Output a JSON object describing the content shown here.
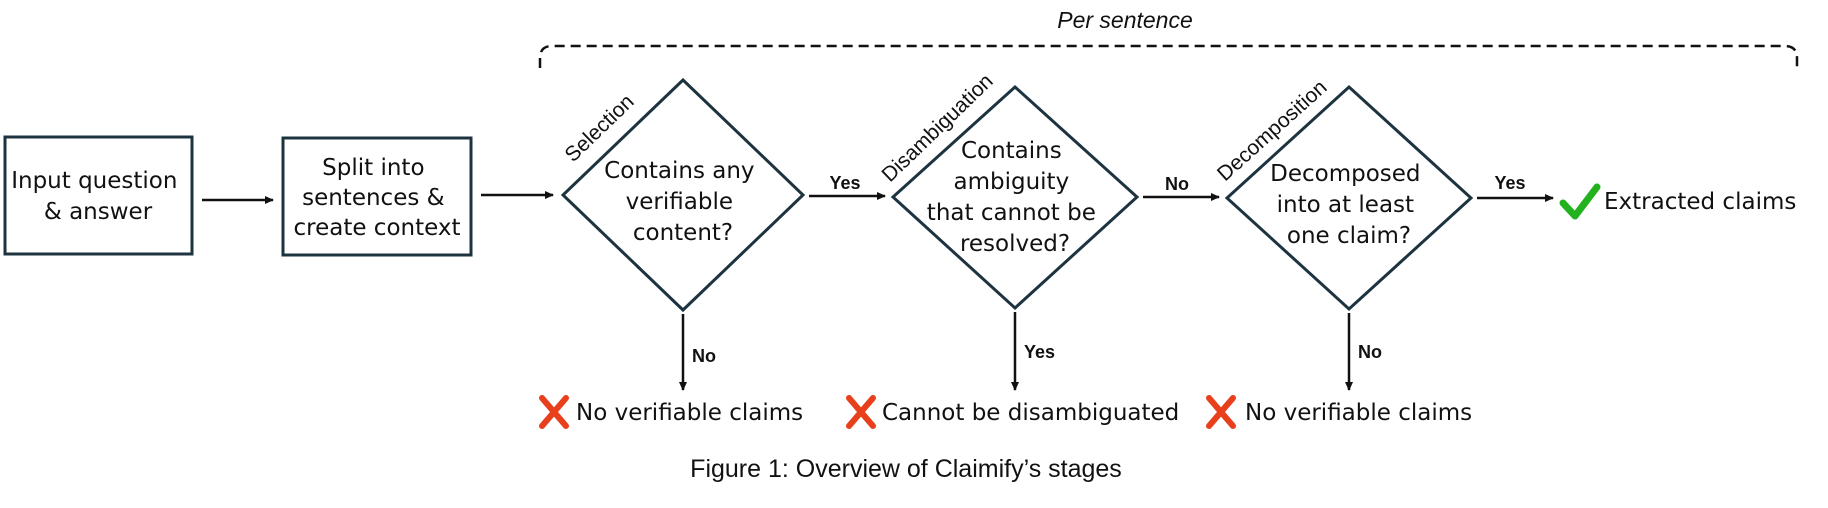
{
  "group": {
    "label": "Per sentence"
  },
  "nodes": {
    "input": {
      "lines": [
        "Input question",
        "& answer"
      ]
    },
    "split": {
      "lines": [
        "Split into",
        "sentences &",
        "create context"
      ]
    },
    "selection": {
      "stage": "Selection",
      "lines": [
        "Contains any",
        "verifiable",
        "content?"
      ]
    },
    "disambiguation": {
      "stage": "Disambiguation",
      "lines": [
        "Contains",
        "ambiguity",
        "that cannot be",
        "resolved?"
      ]
    },
    "decomposition": {
      "stage": "Decomposition",
      "lines": [
        "Decomposed",
        "into at least",
        "one claim?"
      ]
    }
  },
  "edges": {
    "selection_right": "Yes",
    "selection_down": "No",
    "disambiguation_right": "No",
    "disambiguation_down": "Yes",
    "decomposition_right": "Yes",
    "decomposition_down": "No"
  },
  "outcomes": {
    "selection_reject": {
      "text": "No verifiable claims",
      "icon": "cross-icon",
      "color": "#e8401c"
    },
    "disambiguation_reject": {
      "text": "Cannot be disambiguated",
      "icon": "cross-icon",
      "color": "#e8401c"
    },
    "decomposition_reject": {
      "text": "No verifiable claims",
      "icon": "cross-icon",
      "color": "#e8401c"
    },
    "success": {
      "text": "Extracted claims",
      "icon": "check-icon",
      "color": "#22b21e"
    }
  },
  "caption": "Figure 1: Overview of Claimify’s stages",
  "colors": {
    "node_border": "#1d3340",
    "reject": "#e8401c",
    "accept": "#22b21e"
  }
}
